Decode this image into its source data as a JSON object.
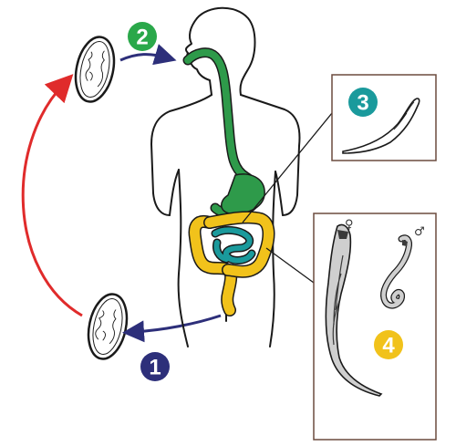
{
  "steps": [
    {
      "label": "1",
      "color": "#2d2f7a"
    },
    {
      "label": "2",
      "color": "#2aa84a"
    },
    {
      "label": "3",
      "color": "#1a9a9c"
    },
    {
      "label": "4",
      "color": "#f1c21b"
    }
  ],
  "symbols": {
    "female": "♀",
    "male": "♂"
  },
  "colors": {
    "arrow_red": "#e02b2b",
    "arrow_blue": "#2d2f7a",
    "esophagus_stomach": "#2e9a4a",
    "small_intestine": "#1a9a9c",
    "large_intestine": "#f1c21b",
    "outline": "#1a1a1a",
    "box_border": "#6b4b3e"
  },
  "icons": [
    "egg-icon",
    "human-body-outline",
    "larva-icon",
    "female-worm-icon",
    "male-worm-icon"
  ]
}
